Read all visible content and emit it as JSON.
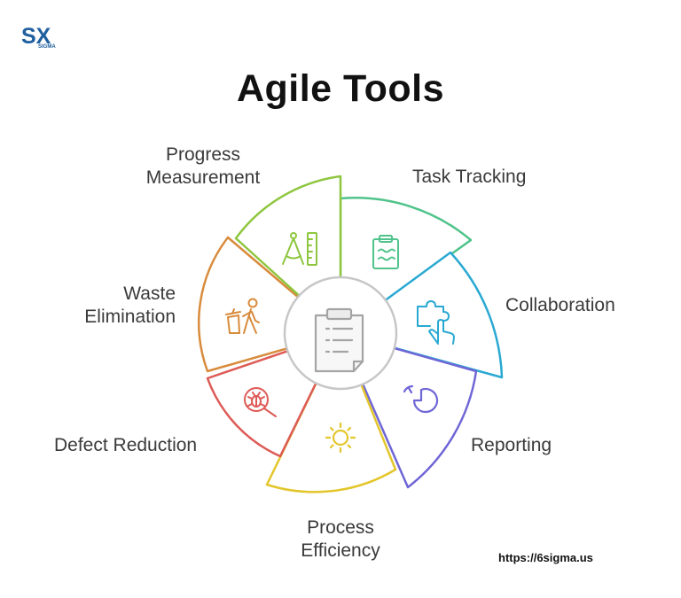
{
  "brand": {
    "logo_text": "SX",
    "logo_sub": "SIGMA"
  },
  "title": "Agile Tools",
  "center": {
    "icon": "clipboard-icon"
  },
  "segments": [
    {
      "id": "task-tracking",
      "label": "Task Tracking",
      "color": "#4fc38a",
      "icon": "clipboard-check-icon"
    },
    {
      "id": "collaboration",
      "label": "Collaboration",
      "color": "#29a9d2",
      "icon": "puzzle-hand-icon"
    },
    {
      "id": "reporting",
      "label": "Reporting",
      "color": "#6f66d6",
      "icon": "pie-chart-icon"
    },
    {
      "id": "process-efficiency",
      "label": "Process\nEfficiency",
      "color": "#e3c62c",
      "icon": "gear-icon"
    },
    {
      "id": "defect-reduction",
      "label": "Defect Reduction",
      "color": "#dd5a55",
      "icon": "bug-search-icon"
    },
    {
      "id": "waste-elimination",
      "label": "Waste\nElimination",
      "color": "#d88b3c",
      "icon": "person-trash-icon"
    },
    {
      "id": "progress-measurement",
      "label": "Progress\nMeasurement",
      "color": "#8ec63f",
      "icon": "compass-ruler-icon"
    }
  ],
  "source_url": "https://6sigma.us"
}
